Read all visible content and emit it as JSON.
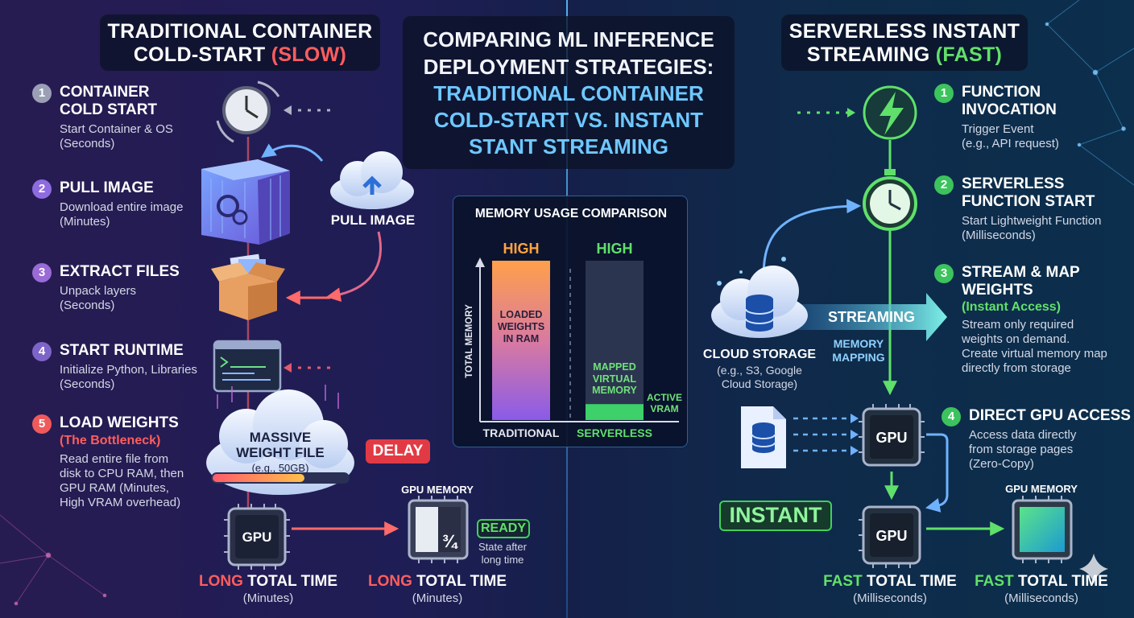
{
  "main_title": {
    "line1": "COMPARING ML INFERENCE",
    "line2": "DEPLOYMENT STRATEGIES:",
    "line3": "TRADITIONAL CONTAINER",
    "line4": "COLD-START VS. INSTANT",
    "line5": "STANT STREAMING"
  },
  "left": {
    "header_line1": "TRADITIONAL CONTAINER",
    "header_line2a": "COLD-START ",
    "header_line2b": "(SLOW)",
    "steps": [
      {
        "num": "1",
        "title1": "CONTAINER",
        "title2": "COLD START",
        "sub1": "Start Container & OS",
        "sub2": "(Seconds)"
      },
      {
        "num": "2",
        "title1": "PULL IMAGE",
        "sub1": "Download entire image",
        "sub2": "(Minutes)"
      },
      {
        "num": "3",
        "title1": "EXTRACT FILES",
        "sub1": "Unpack layers",
        "sub2": "(Seconds)"
      },
      {
        "num": "4",
        "title1": "START RUNTIME",
        "sub1": "Initialize Python, Libraries",
        "sub2": "(Seconds)"
      },
      {
        "num": "5",
        "title1": "LOAD WEIGHTS",
        "accent": "(The Bottleneck)",
        "sub1": "Read entire file from",
        "sub2": "disk to CPU RAM, then",
        "sub3": "GPU RAM (Minutes,",
        "sub4": "High VRAM overhead)"
      }
    ],
    "pull_image_label": "PULL IMAGE",
    "weight_file_line1": "MASSIVE",
    "weight_file_line2": "WEIGHT FILE",
    "weight_file_size": "(e.g., 50GB)",
    "delay_badge": "DELAY",
    "gpu_label": "GPU",
    "gpu_memory_label": "GPU MEMORY",
    "gpu_memory_fraction": "¾",
    "ready_badge": "READY",
    "ready_sub1": "State after",
    "ready_sub2": "long time",
    "total1_a": "LONG",
    "total1_b": " TOTAL TIME",
    "total1_sub": "(Minutes)",
    "total2_a": "LONG",
    "total2_b": " TOTAL TIME",
    "total2_sub": "(Minutes)"
  },
  "right": {
    "header_line1": "SERVERLESS INSTANT",
    "header_line2a": "STREAMING ",
    "header_line2b": "(FAST)",
    "steps": [
      {
        "num": "1",
        "title1": "FUNCTION",
        "title2": "INVOCATION",
        "sub1": "Trigger Event",
        "sub2": "(e.g., API request)"
      },
      {
        "num": "2",
        "title1": "SERVERLESS",
        "title2": "FUNCTION START",
        "sub1": "Start Lightweight Function",
        "sub2": "(Milliseconds)"
      },
      {
        "num": "3",
        "title1": "STREAM & MAP",
        "title2": "WEIGHTS",
        "accent": "(Instant Access)",
        "sub1": "Stream only required",
        "sub2": "weights on demand.",
        "sub3": "Create virtual memory map",
        "sub4": "directly from storage"
      },
      {
        "num": "4",
        "title1": "DIRECT GPU ACCESS",
        "sub1": "Access data directly",
        "sub2": "from storage pages",
        "sub3": "(Zero-Copy)"
      }
    ],
    "cloud_storage_label": "CLOUD STORAGE",
    "cloud_storage_sub1": "(e.g., S3, Google",
    "cloud_storage_sub2": "Cloud Storage)",
    "streaming_label": "STREAMING",
    "memory_mapping1": "MEMORY",
    "memory_mapping2": "MAPPING",
    "gpu_label": "GPU",
    "gpu_label2": "GPU",
    "instant_badge": "INSTANT",
    "gpu_memory_label": "GPU MEMORY",
    "total1_a": "FAST",
    "total1_b": " TOTAL TIME",
    "total1_sub": "(Milliseconds)",
    "total2_a": "FAST",
    "total2_b": " TOTAL TIME",
    "total2_sub": "(Milliseconds)"
  },
  "chart_data": {
    "type": "bar",
    "title": "MEMORY USAGE COMPARISON",
    "ylabel": "TOTAL MEMORY",
    "categories": [
      "TRADITIONAL",
      "SERVERLESS"
    ],
    "top_labels": [
      "HIGH",
      "HIGH"
    ],
    "bar_labels": {
      "traditional": "LOADED WEIGHTS IN RAM",
      "serverless_virtual": "MAPPED VIRTUAL MEMORY",
      "serverless_active": "ACTIVE VRAM"
    },
    "series": [
      {
        "name": "LOADED WEIGHTS IN RAM",
        "values": [
          1.0,
          0
        ]
      },
      {
        "name": "MAPPED VIRTUAL MEMORY",
        "values": [
          0,
          1.0
        ]
      },
      {
        "name": "ACTIVE VRAM",
        "values": [
          0,
          0.1
        ]
      }
    ]
  },
  "colors": {
    "slow": "#ff5d5d",
    "fast": "#62e06a",
    "accent_blue": "#6ec8ff"
  }
}
